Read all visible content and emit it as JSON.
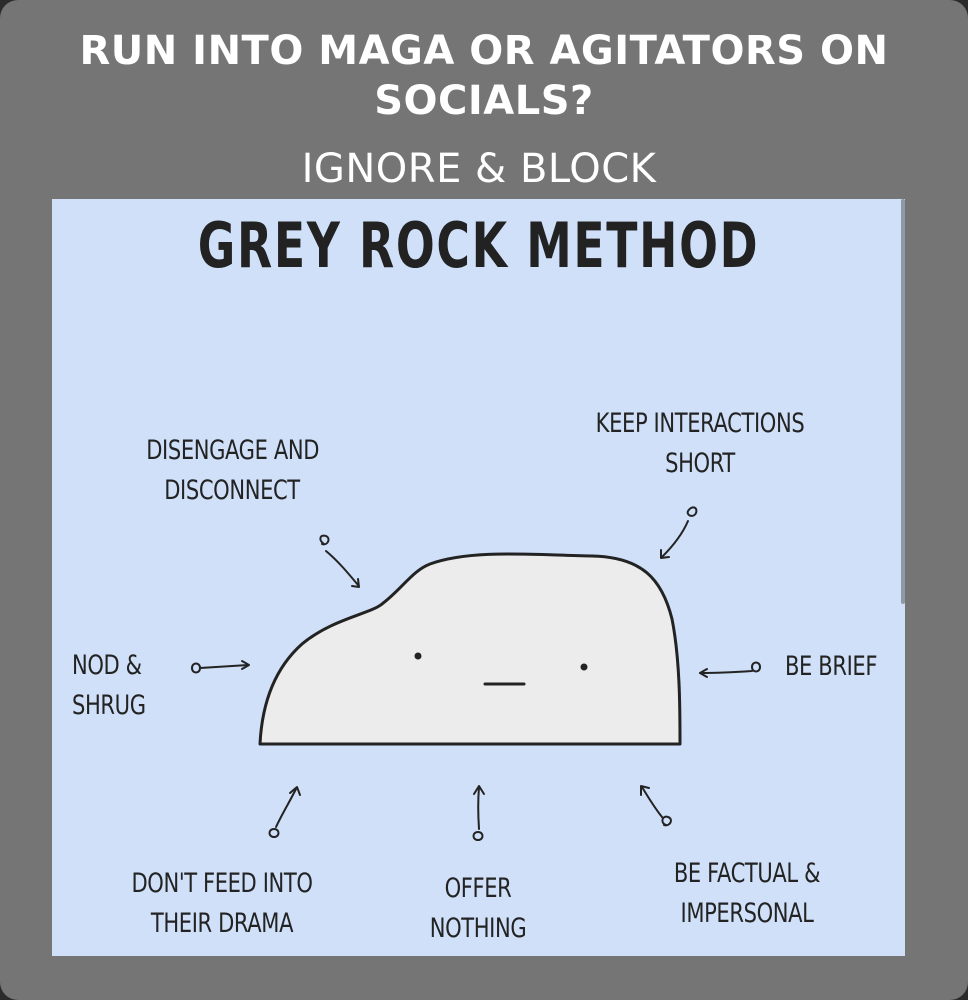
{
  "headline": {
    "line1": "RUN INTO MAGA OR AGITATORS ON",
    "line2": "SOCIALS?",
    "subline": "IGNORE & BLOCK"
  },
  "infographic": {
    "title": "GREY ROCK METHOD",
    "tips": {
      "disengage": [
        "DISENGAGE AND",
        "DISCONNECT"
      ],
      "keep_short": [
        "KEEP INTERACTIONS",
        "SHORT"
      ],
      "nod_shrug": [
        "NOD &",
        "SHRUG"
      ],
      "be_brief": [
        "BE BRIEF"
      ],
      "dont_feed": [
        "DON'T FEED INTO",
        "THEIR DRAMA"
      ],
      "offer_nothing": [
        "OFFER",
        "NOTHING"
      ],
      "factual": [
        "BE FACTUAL &",
        "IMPERSONAL"
      ]
    },
    "colors": {
      "frame": "#757575",
      "panel": "#cfe0f8",
      "rock_fill": "#ececec",
      "ink": "#232323"
    },
    "icons": [
      "rock-face",
      "curly-arrow"
    ]
  }
}
